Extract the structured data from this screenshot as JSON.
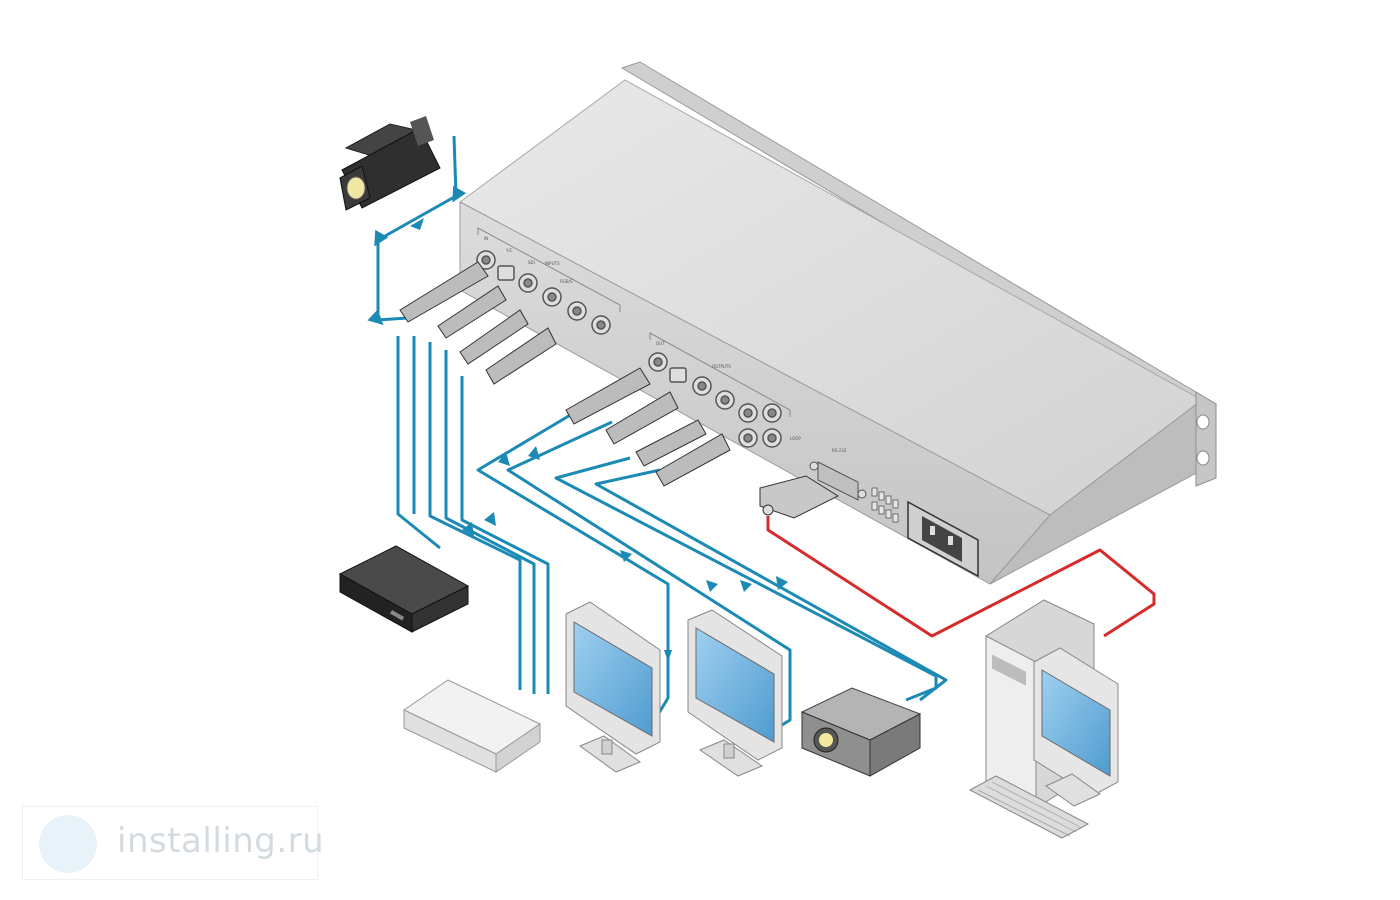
{
  "watermark": {
    "text": "installing.ru"
  },
  "panel_labels": {
    "in": "IN",
    "yc": "Y/C",
    "sdi": "SDI",
    "inputs": "INPUTS",
    "rgbs": "RGB/S",
    "out": "OUT",
    "outputs": "OUTPUTS",
    "rs232": "RS-232",
    "loop": "LOOP"
  },
  "colors": {
    "video_cable": "#1b8ab5",
    "control_cable": "#d62b2b",
    "chassis": "#d9d9d9",
    "screen": "#6fb3e0"
  },
  "icons": [
    "video-camera-icon",
    "dvd-player-icon",
    "vcr-icon",
    "monitor-icon",
    "projector-icon",
    "pc-icon"
  ]
}
